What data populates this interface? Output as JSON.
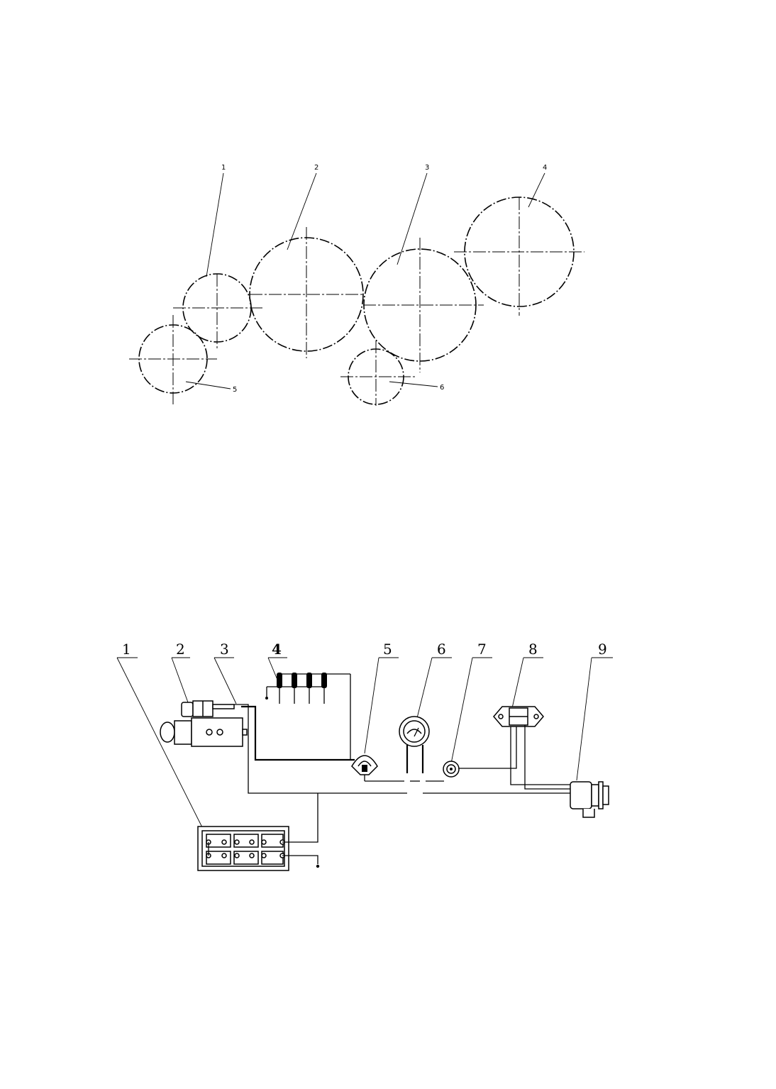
{
  "gear_diagram": {
    "callouts": [
      "1",
      "2",
      "3",
      "4",
      "5",
      "6"
    ]
  },
  "wiring_diagram": {
    "callouts": [
      "1",
      "2",
      "3",
      "4",
      "5",
      "6",
      "7",
      "8",
      "9"
    ]
  }
}
